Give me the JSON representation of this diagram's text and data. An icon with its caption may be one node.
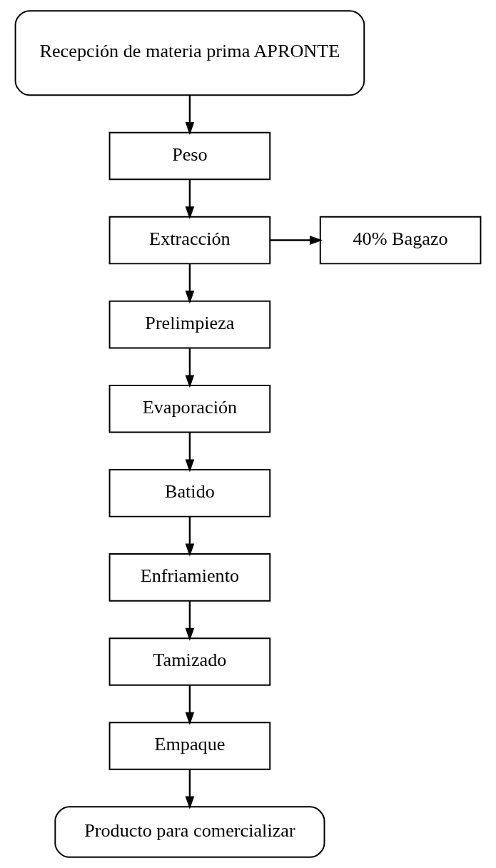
{
  "diagram": {
    "nodes": [
      {
        "text": [
          "Recepción de materia prima APRONTE"
        ]
      },
      {
        "text": [
          "Peso"
        ]
      },
      {
        "text": [
          "Extracción"
        ]
      },
      {
        "text": [
          "40% Bagazo"
        ]
      },
      {
        "text": [
          "Prelimpieza"
        ]
      },
      {
        "text": [
          "Evaporación"
        ]
      },
      {
        "text": [
          "Batido"
        ]
      },
      {
        "text": [
          "Enfriamiento"
        ]
      },
      {
        "text": [
          "Tamizado"
        ]
      },
      {
        "text": [
          "Empaque"
        ]
      },
      {
        "text": [
          "Producto para comercializar"
        ]
      }
    ],
    "edges": [
      {
        "from": 0,
        "to": 1,
        "arrow": "to"
      },
      {
        "from": 1,
        "to": 2,
        "arrow": "to"
      },
      {
        "from": 2,
        "to": 3,
        "arrow": "to"
      },
      {
        "from": 2,
        "to": 4,
        "arrow": "to"
      },
      {
        "from": 4,
        "to": 5,
        "arrow": "to"
      },
      {
        "from": 5,
        "to": 6,
        "arrow": "to"
      },
      {
        "from": 6,
        "to": 7,
        "arrow": "to"
      },
      {
        "from": 7,
        "to": 8,
        "arrow": "to"
      },
      {
        "from": 8,
        "to": 9,
        "arrow": "to"
      },
      {
        "from": 9,
        "to": 10,
        "arrow": "to"
      }
    ]
  }
}
